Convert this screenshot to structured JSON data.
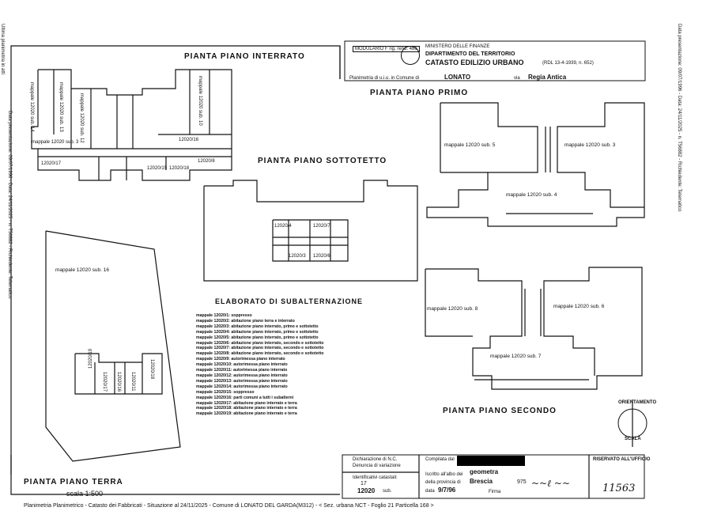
{
  "side_left": "Ultima planimetria in atti",
  "side_left2": "Data presentazione: 09/07/1996 - Data: 24/11/2025 - n. T56882 - Richiedente: Telematico",
  "side_right": "Data presentazione: 09/07/1996 - Data: 24/11/2025 - n. T56882 - Richiedente: Telematico",
  "header": {
    "ministry": "MINISTERO DELLE FINANZE",
    "department": "DIPARTIMENTO DEL TERRITORIO",
    "catasto": "CATASTO EDILIZIO URBANO",
    "law": "(RDL 13-4-1939, n. 652)",
    "stamp": "MODULARIO F rig. rend. 486",
    "planimetria_prefix": "Planimetria di u.i.u. in Comune di",
    "comune": "LONATO",
    "via_prefix": "via",
    "via": "Regia Antica"
  },
  "floors": {
    "interrato": "PIANTA PIANO INTERRATO",
    "primo": "PIANTA PIANO PRIMO",
    "sottotetto": "PIANTA PIANO SOTTOTETTO",
    "secondo": "PIANTA PIANO SECONDO",
    "terra": "PIANTA PIANO TERRA",
    "scala": "scala 1:500",
    "elaborato": "ELABORATO DI SUBALTERNAZIONE"
  },
  "units": {
    "sub5": "mappale 12020 sub. 5",
    "sub3": "mappale 12020 sub. 3",
    "sub4": "mappale 12020 sub. 4",
    "sub8": "mappale 12020 sub. 8",
    "sub6": "mappale 12020 sub. 6",
    "sub7": "mappale 12020 sub. 7",
    "sub16": "mappale 12020 sub. 16",
    "int_sub14": "mappale 12020 sub. 14",
    "int_sub13": "mappale 12020 sub. 13",
    "int_sub12": "mappale 12020 sub. 12",
    "int_sub10": "mappale 12020 sub. 10",
    "int_sub3": "mappale 12020 sub. 3",
    "int_a": "12020/16",
    "int_b": "12020/17",
    "int_c": "12020/8",
    "int_d": "12020/15",
    "int_e": "12020/18",
    "sot_4": "12020/4",
    "sot_7": "12020/7",
    "sot_3": "12020/3",
    "sot_6": "12020/6",
    "ter_19": "12020/19",
    "ter_17": "12020/17",
    "ter_16": "12020/16",
    "ter_11": "12020/11",
    "ter_18": "12020/18"
  },
  "legend": [
    "mappale 12020/1: soppresso",
    "mappale 12020/2: abitazione piano terra e interrato",
    "mappale 12020/3: abitazione piano interrato, primo e sottotetto",
    "mappale 12020/4: abitazione piano interrato, primo e sottotetto",
    "mappale 12020/5: abitazione piano interrato, primo e sottotetto",
    "mappale 12020/6: abitazione piano interrato, secondo e sottotetto",
    "mappale 12020/7: abitazione piano interrato, secondo e sottotetto",
    "mappale 12020/8: abitazione piano interrato, secondo e sottotetto",
    "mappale 12020/9: autorimessa piano interrato",
    "mappale 12020/10: autorimessa piano interrato",
    "mappale 12020/11: autorimessa piano interrato",
    "mappale 12020/12: autorimessa piano interrato",
    "mappale 12020/13: autorimessa piano interrato",
    "mappale 12020/14: autorimessa piano interrato",
    "mappale 12020/15: soppresso",
    "mappale 12020/16: parti comuni a tutti i subalterni",
    "mappale 12020/17: abitazione piano interrato e terra",
    "mappale 12020/18: abitazione piano interrato e terra",
    "mappale 12020/19: abitazione piano interrato e terra"
  ],
  "footer_box": {
    "dichiarazione": "Dichiarazione di N.C.",
    "denuncia": "Denuncia di variazione",
    "identificativi": "Identificativi catastali:",
    "foglio": "17",
    "mappale": "12020",
    "sub_label": "sub.",
    "compilata": "Compilata dal",
    "geometra": "geometra",
    "albo": "Iscritto all'albo dei",
    "provincia_prefix": "della provincia di",
    "provincia": "Brescia",
    "numero": "975",
    "data_prefix": "data",
    "data": "9/7/96",
    "firma": "Firma",
    "riservato": "RISERVATO ALL'UFFICIO",
    "handwritten": "11563",
    "orientamento": "ORIENTAMENTO",
    "scala": "SCALA"
  },
  "bottom_line": "Planimetria Planimetrico - Catasto dei Fabbricati - Situazione al 24/11/2025 - Comune di LONATO DEL GARDA(M312) - < Sez. urbana NCT - Foglio 21 Particella 168 >"
}
